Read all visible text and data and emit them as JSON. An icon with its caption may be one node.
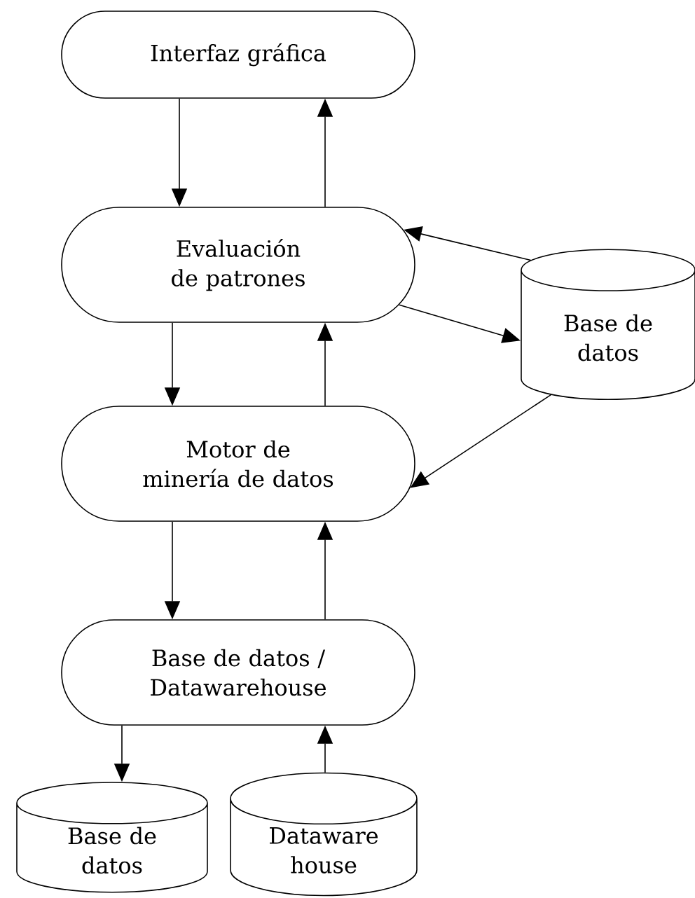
{
  "diagram": {
    "nodes": [
      {
        "text": [
          "Interfaz gráfica"
        ]
      },
      {
        "text": [
          "Evaluación de patrones"
        ]
      },
      {
        "text": [
          "Base de datos"
        ]
      },
      {
        "text": [
          "Motor de minería de datos"
        ]
      },
      {
        "text": [
          "Base de datos / Datawarehouse"
        ]
      },
      {
        "text": [
          "Base de datos"
        ]
      },
      {
        "text": [
          "Dataware house"
        ]
      }
    ],
    "edges": [
      {
        "from": 0,
        "to": 1,
        "arrow": "to"
      },
      {
        "from": 1,
        "to": 0,
        "arrow": "to"
      },
      {
        "from": 2,
        "to": 1,
        "arrow": "to"
      },
      {
        "from": 1,
        "to": 2,
        "arrow": "to"
      },
      {
        "from": 1,
        "to": 3,
        "arrow": "to"
      },
      {
        "from": 3,
        "to": 1,
        "arrow": "to"
      },
      {
        "from": 2,
        "to": 3,
        "arrow": "to"
      },
      {
        "from": 3,
        "to": 4,
        "arrow": "to"
      },
      {
        "from": 4,
        "to": 3,
        "arrow": "to"
      },
      {
        "from": 4,
        "to": 5,
        "arrow": "to"
      },
      {
        "from": 6,
        "to": 4,
        "arrow": "to"
      }
    ]
  }
}
